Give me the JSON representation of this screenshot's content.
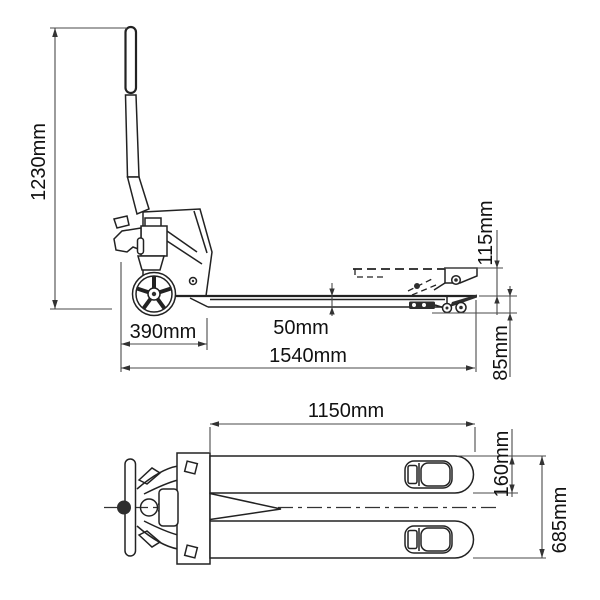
{
  "page": {
    "background": "#ffffff",
    "title": "Pallet truck dimension drawing"
  },
  "diagram": {
    "type": "technical-line-drawing",
    "subject": "hand pallet truck, two orthographic views",
    "line_color": "#222222",
    "dimension_line_color": "#4a4a4a",
    "views": {
      "side": "side elevation",
      "top": "top plan"
    },
    "labels": {
      "handle_height": "1230mm",
      "head_length": "390mm",
      "fork_thickness": "50mm",
      "overall_length": "1540mm",
      "lift_travel": "115mm",
      "lowered_fork_height": "85mm",
      "fork_length": "1150mm",
      "fork_width": "160mm",
      "overall_width": "685mm"
    }
  }
}
